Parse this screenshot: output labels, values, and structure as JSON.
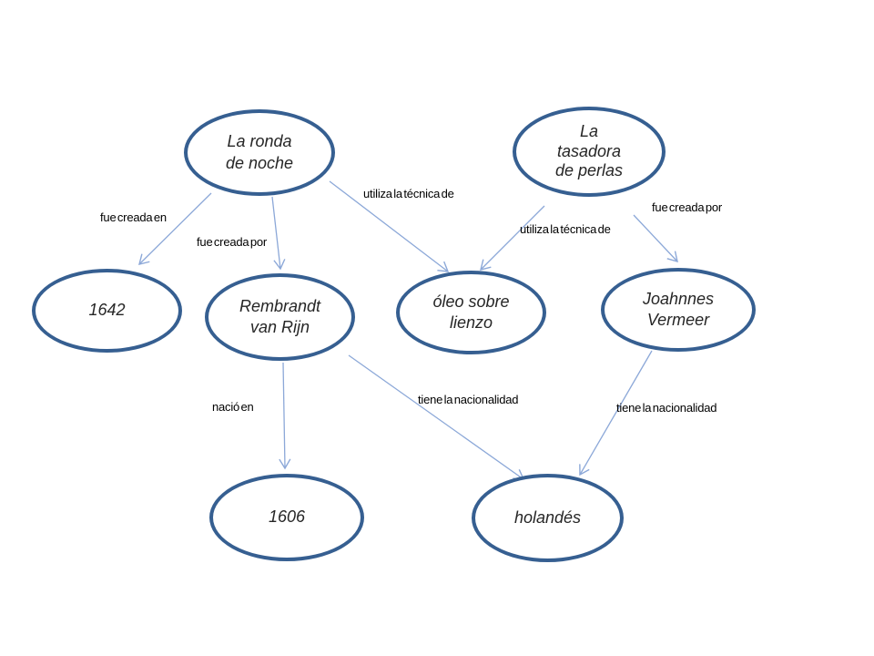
{
  "diagram": {
    "type": "concept-map",
    "background_color": "#ffffff",
    "node_border_color": "#365f91",
    "node_text_color": "#262626",
    "edge_color": "#8ca8d8",
    "edge_label_color": "#000000",
    "nodes": [
      {
        "id": "la-ronda-de-noche",
        "label": "La ronda\nde noche"
      },
      {
        "id": "la-tasadora-de-perlas",
        "label": "La\ntasadora\nde perlas"
      },
      {
        "id": "1642",
        "label": "1642"
      },
      {
        "id": "rembrandt-van-rijn",
        "label": "Rembrandt\nvan Rijn"
      },
      {
        "id": "oleo-sobre-lienzo",
        "label": "óleo sobre\nlienzo"
      },
      {
        "id": "joahnnes-vermeer",
        "label": "Joahnnes\nVermeer"
      },
      {
        "id": "1606",
        "label": "1606"
      },
      {
        "id": "holandes",
        "label": "holandés"
      }
    ],
    "edges": [
      {
        "from": "la-ronda-de-noche",
        "to": "1642",
        "label": "fue creada en"
      },
      {
        "from": "la-ronda-de-noche",
        "to": "rembrandt-van-rijn",
        "label": "fue creada por"
      },
      {
        "from": "la-ronda-de-noche",
        "to": "oleo-sobre-lienzo",
        "label": "utiliza la técnica de"
      },
      {
        "from": "la-tasadora-de-perlas",
        "to": "oleo-sobre-lienzo",
        "label": "utiliza la técnica de"
      },
      {
        "from": "la-tasadora-de-perlas",
        "to": "joahnnes-vermeer",
        "label": "fue creada por"
      },
      {
        "from": "rembrandt-van-rijn",
        "to": "1606",
        "label": "nació en"
      },
      {
        "from": "rembrandt-van-rijn",
        "to": "holandes",
        "label": "tiene la nacionalidad"
      },
      {
        "from": "joahnnes-vermeer",
        "to": "holandes",
        "label": "tiene la nacionalidad"
      }
    ]
  }
}
